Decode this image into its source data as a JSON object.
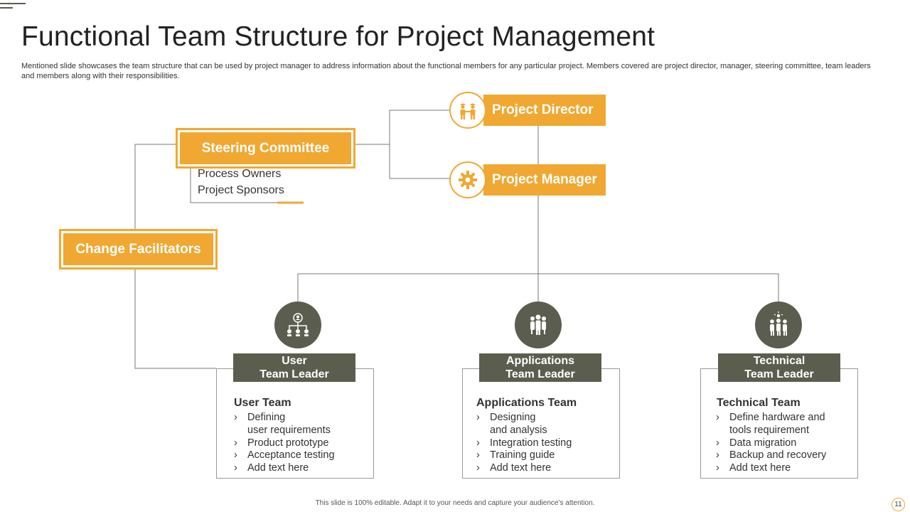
{
  "title": "Functional Team Structure for Project Management",
  "subtitle": "Mentioned slide showcases the team structure that can be used by project manager to address information about the functional members for any particular project. Members covered are project director, manager, steering committee, team leaders and members along with their responsibilities.",
  "project_director": {
    "label": "Project Director",
    "icon": "workers-icon"
  },
  "project_manager": {
    "label": "Project Manager",
    "icon": "gear-icon"
  },
  "steering_committee": {
    "label": "Steering Committee",
    "members": [
      "Process Owners",
      "Project Sponsors"
    ]
  },
  "change_facilitators": {
    "label": "Change Facilitators"
  },
  "teams": [
    {
      "leader": [
        "User",
        "Team Leader"
      ],
      "icon": "org-chart-icon",
      "title": "User Team",
      "items": [
        [
          "Defining",
          "user requirements"
        ],
        [
          "Product prototype"
        ],
        [
          "Acceptance testing"
        ],
        [
          "Add text here"
        ]
      ]
    },
    {
      "leader": [
        "Applications",
        "Team Leader"
      ],
      "icon": "team-group-icon",
      "title": "Applications  Team",
      "items": [
        [
          "Designing",
          "and analysis"
        ],
        [
          "Integration testing"
        ],
        [
          "Training guide"
        ],
        [
          "Add text here"
        ]
      ]
    },
    {
      "leader": [
        "Technical",
        "Team Leader"
      ],
      "icon": "team-idea-icon",
      "title": "Technical Team",
      "items": [
        [
          "Define hardware and",
          "tools requirement"
        ],
        [
          "Data migration"
        ],
        [
          "Backup and recovery"
        ],
        [
          "Add text here"
        ]
      ]
    }
  ],
  "footer": "This slide is 100% editable. Adapt it to your needs and capture your audience’s attention.",
  "page_number": "11",
  "colors": {
    "accent": "#f0a832",
    "dark": "#5b5e4e",
    "line": "#7a7a7a"
  }
}
